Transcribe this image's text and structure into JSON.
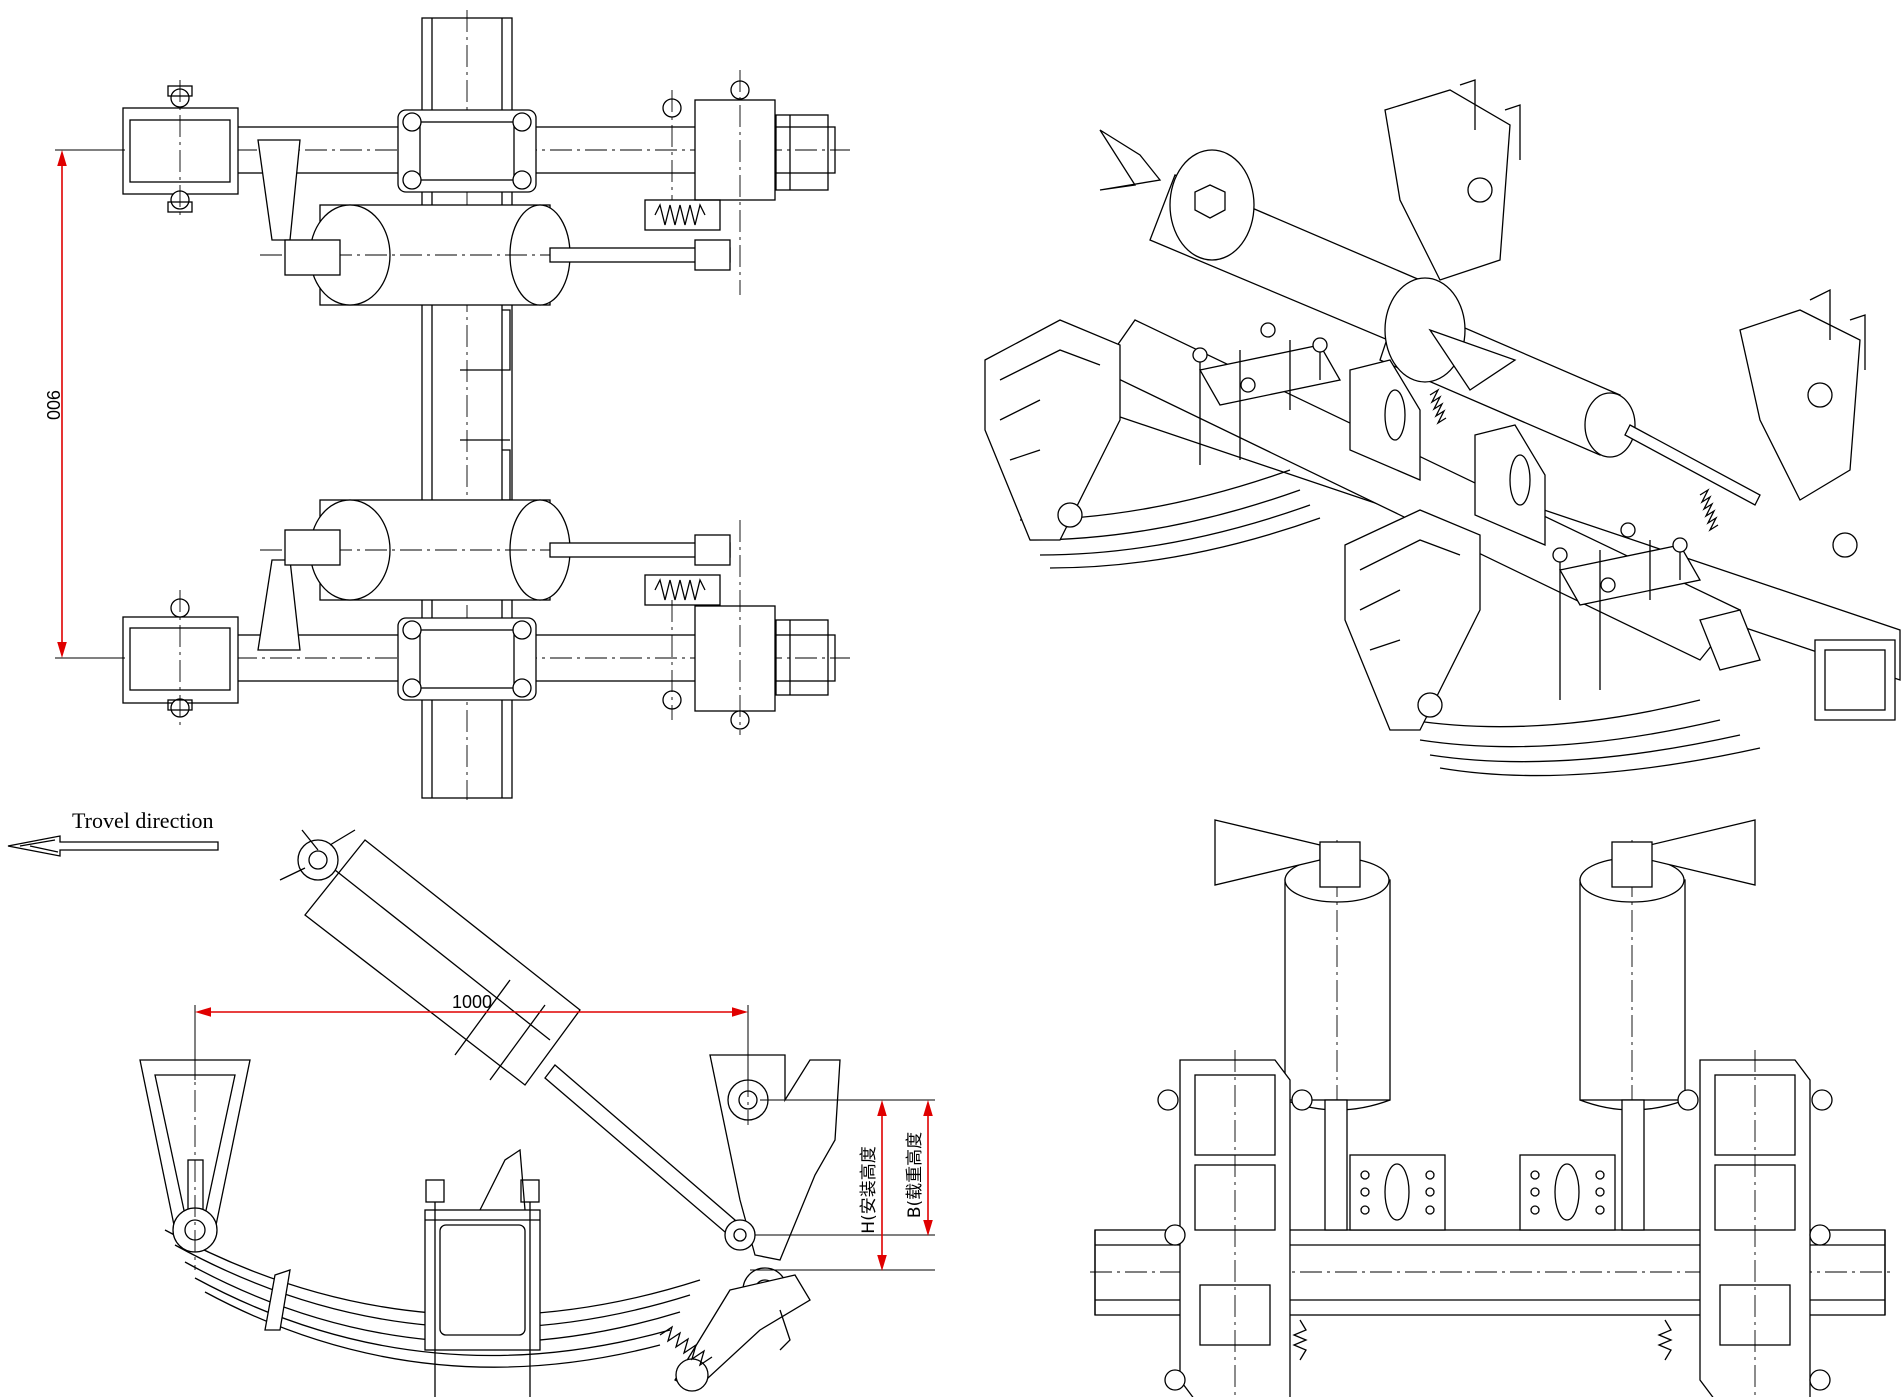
{
  "labels": {
    "travel_direction": "Trovel direction"
  },
  "dimensions": {
    "track_width": "900",
    "cylinder_span": "1000",
    "install_height": "H(安装高度",
    "load_height": "B(载重高度"
  },
  "colors": {
    "dimension_line": "#e00000",
    "linework": "#000000",
    "background": "#ffffff"
  }
}
